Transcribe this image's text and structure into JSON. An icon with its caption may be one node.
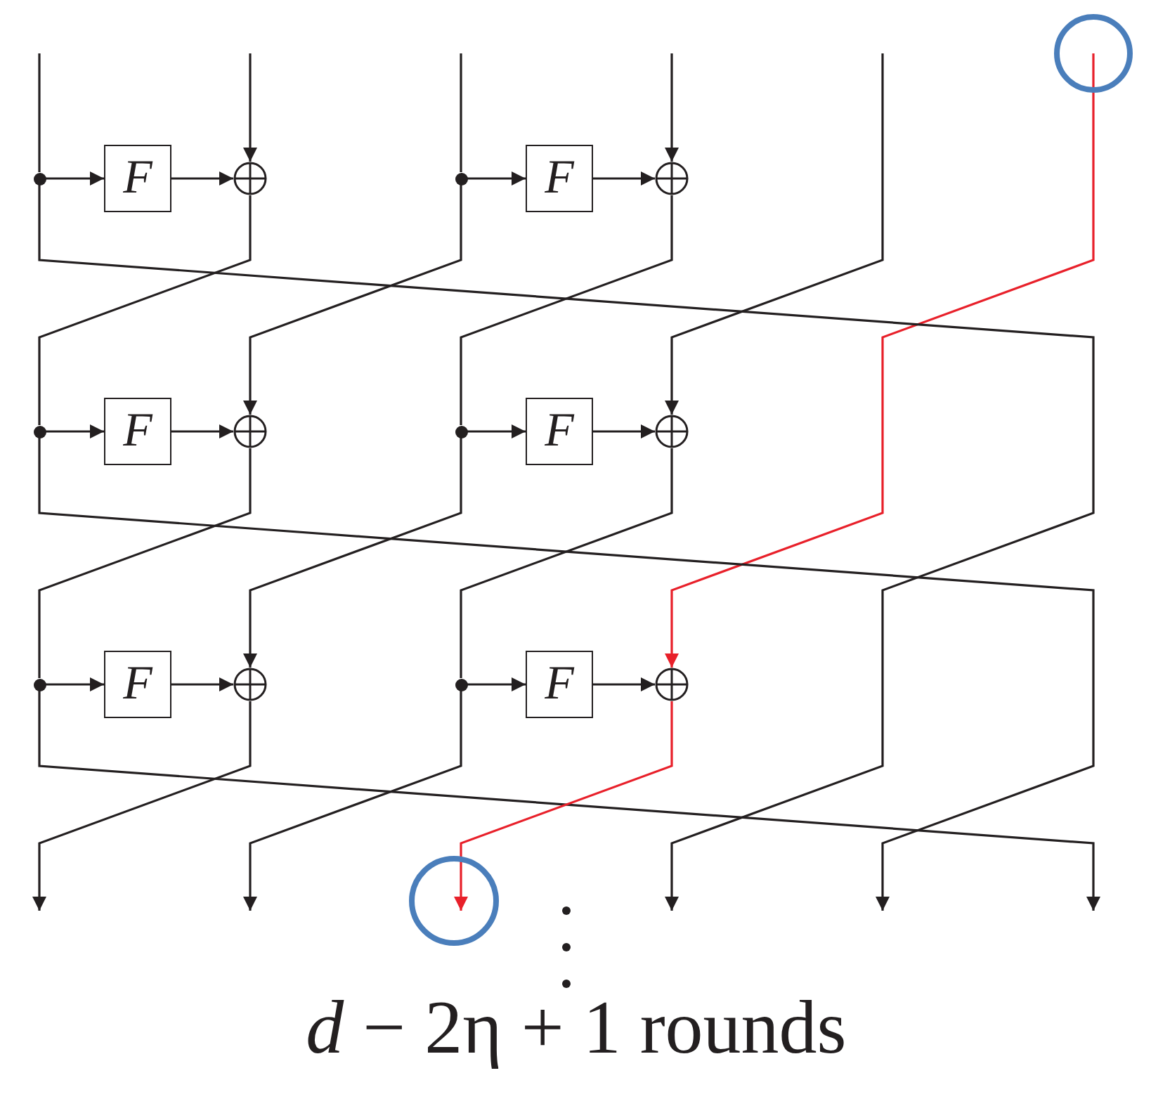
{
  "diagram": {
    "nodes": [
      {
        "text": [],
        "shape": "dot"
      },
      {
        "text": [
          "F"
        ]
      },
      {
        "text": [],
        "shape": "circle"
      },
      {
        "text": [],
        "shape": "dot"
      },
      {
        "text": [
          "F"
        ]
      },
      {
        "text": [],
        "shape": "circle"
      },
      {
        "text": [],
        "shape": "dot"
      },
      {
        "text": [
          "F"
        ]
      },
      {
        "text": [],
        "shape": "circle"
      },
      {
        "text": [],
        "shape": "dot"
      },
      {
        "text": [
          "F"
        ]
      },
      {
        "text": [],
        "shape": "circle"
      },
      {
        "text": [],
        "shape": "dot"
      },
      {
        "text": [
          "F"
        ]
      },
      {
        "text": [],
        "shape": "circle"
      },
      {
        "text": [],
        "shape": "dot"
      },
      {
        "text": [
          "F"
        ]
      },
      {
        "text": [],
        "shape": "circle"
      }
    ],
    "edges": [
      {
        "from": 0,
        "to": 1,
        "arrow": "to"
      },
      {
        "from": 1,
        "to": 2,
        "arrow": "to"
      },
      {
        "from": 3,
        "to": 4,
        "arrow": "to"
      },
      {
        "from": 4,
        "to": 5,
        "arrow": "to"
      },
      {
        "from": 6,
        "to": 7,
        "arrow": "to"
      },
      {
        "from": 7,
        "to": 8,
        "arrow": "to"
      },
      {
        "from": 9,
        "to": 10,
        "arrow": "to"
      },
      {
        "from": 10,
        "to": 11,
        "arrow": "to"
      },
      {
        "from": 12,
        "to": 13,
        "arrow": "to"
      },
      {
        "from": 13,
        "to": 14,
        "arrow": "to"
      },
      {
        "from": 15,
        "to": 16,
        "arrow": "to"
      },
      {
        "from": 16,
        "to": 17,
        "arrow": "to"
      },
      {
        "from": null,
        "to": 0,
        "arrow": "none"
      },
      {
        "from": null,
        "to": 2,
        "arrow": "to"
      },
      {
        "from": null,
        "to": 3,
        "arrow": "none"
      },
      {
        "from": null,
        "to": 5,
        "arrow": "to"
      },
      {
        "from": null,
        "to": 11,
        "arrow": "to"
      },
      {
        "from": null,
        "to": 17,
        "arrow": "to",
        "color": "#e8202a"
      },
      {
        "from": 0,
        "to": null,
        "arrow": "to"
      },
      {
        "from": 2,
        "to": 6,
        "arrow": "none"
      },
      {
        "from": 3,
        "to": 8,
        "arrow": "to"
      },
      {
        "from": 5,
        "to": 9,
        "arrow": "none"
      },
      {
        "from": 6,
        "to": null,
        "arrow": "to"
      },
      {
        "from": 8,
        "to": 12,
        "arrow": "none"
      },
      {
        "from": 9,
        "to": 14,
        "arrow": "to"
      },
      {
        "from": 11,
        "to": 15,
        "arrow": "none"
      },
      {
        "from": 12,
        "to": null,
        "arrow": "to"
      },
      {
        "from": 14,
        "to": null,
        "arrow": "to"
      },
      {
        "from": 15,
        "to": null,
        "arrow": "to"
      },
      {
        "from": 17,
        "to": null,
        "arrow": "to",
        "color": "#e8202a"
      }
    ],
    "labels": [
      "*d* − 2η + 1 rounds"
    ]
  }
}
